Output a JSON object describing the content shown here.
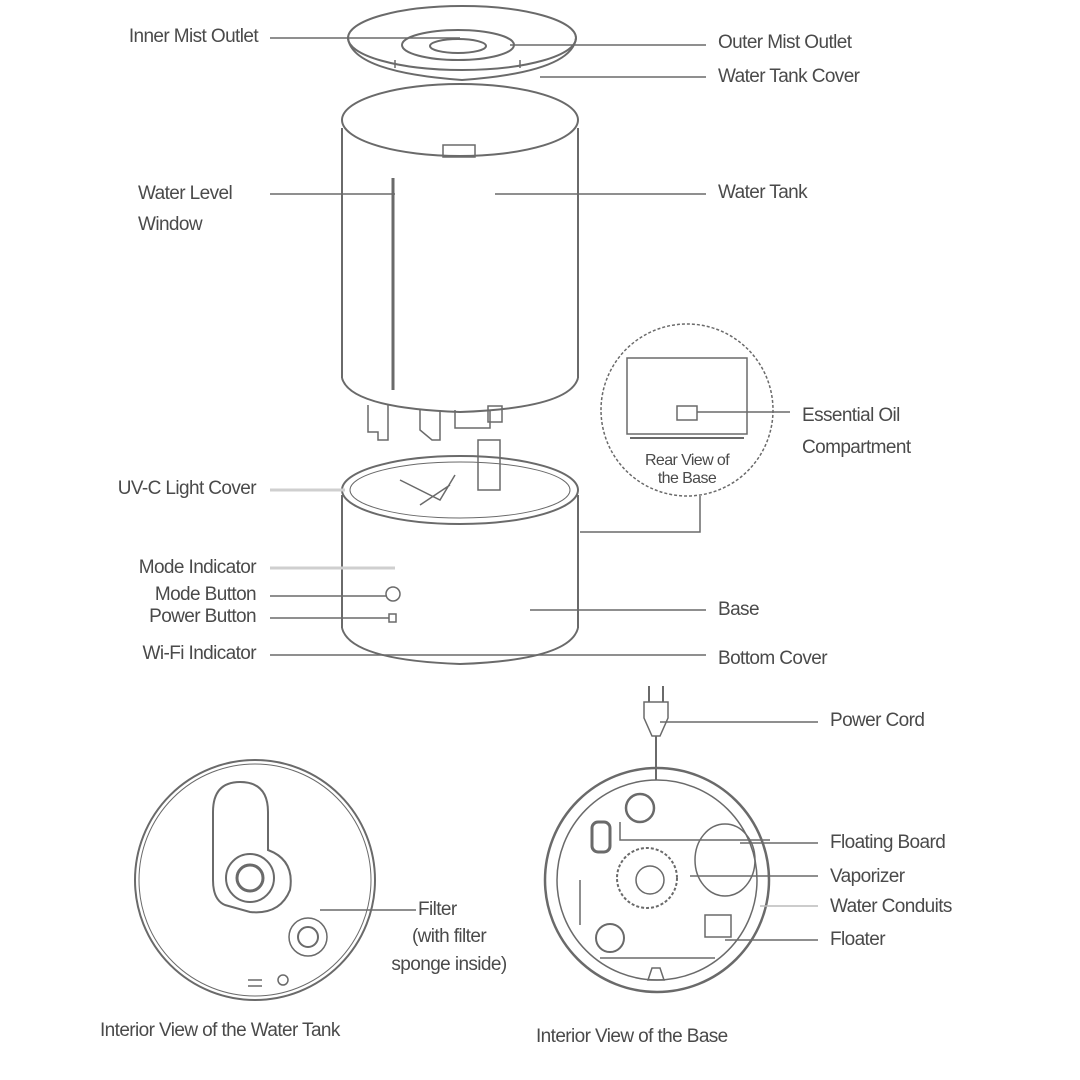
{
  "diagram": {
    "subject": "Humidifier exploded view",
    "line_color": "#6a6a6a",
    "text_color": "#4a4a4a",
    "labels_left": {
      "inner_mist_outlet": "Inner Mist Outlet",
      "water_level_window_1": "Water Level",
      "water_level_window_2": "Window",
      "uvc_light_cover": "UV-C Light Cover",
      "mode_indicator": "Mode Indicator",
      "mode_button": "Mode Button",
      "power_button": "Power Button",
      "wifi_indicator": "Wi-Fi Indicator"
    },
    "labels_right": {
      "outer_mist_outlet": "Outer Mist Outlet",
      "water_tank_cover": "Water Tank Cover",
      "water_tank": "Water Tank",
      "essential_oil_1": "Essential Oil",
      "essential_oil_2": "Compartment",
      "base": "Base",
      "bottom_cover": "Bottom Cover",
      "power_cord": "Power Cord"
    },
    "inset_rear_view": {
      "caption_1": "Rear View of",
      "caption_2": "the Base"
    },
    "tank_interior": {
      "filter_1": "Filter",
      "filter_2": "(with filter",
      "filter_3": "sponge inside)",
      "caption": "Interior View of the Water Tank"
    },
    "base_interior": {
      "floating_board": "Floating Board",
      "vaporizer": "Vaporizer",
      "water_conduits": "Water Conduits",
      "floater": "Floater",
      "caption": "Interior View of the Base"
    }
  }
}
